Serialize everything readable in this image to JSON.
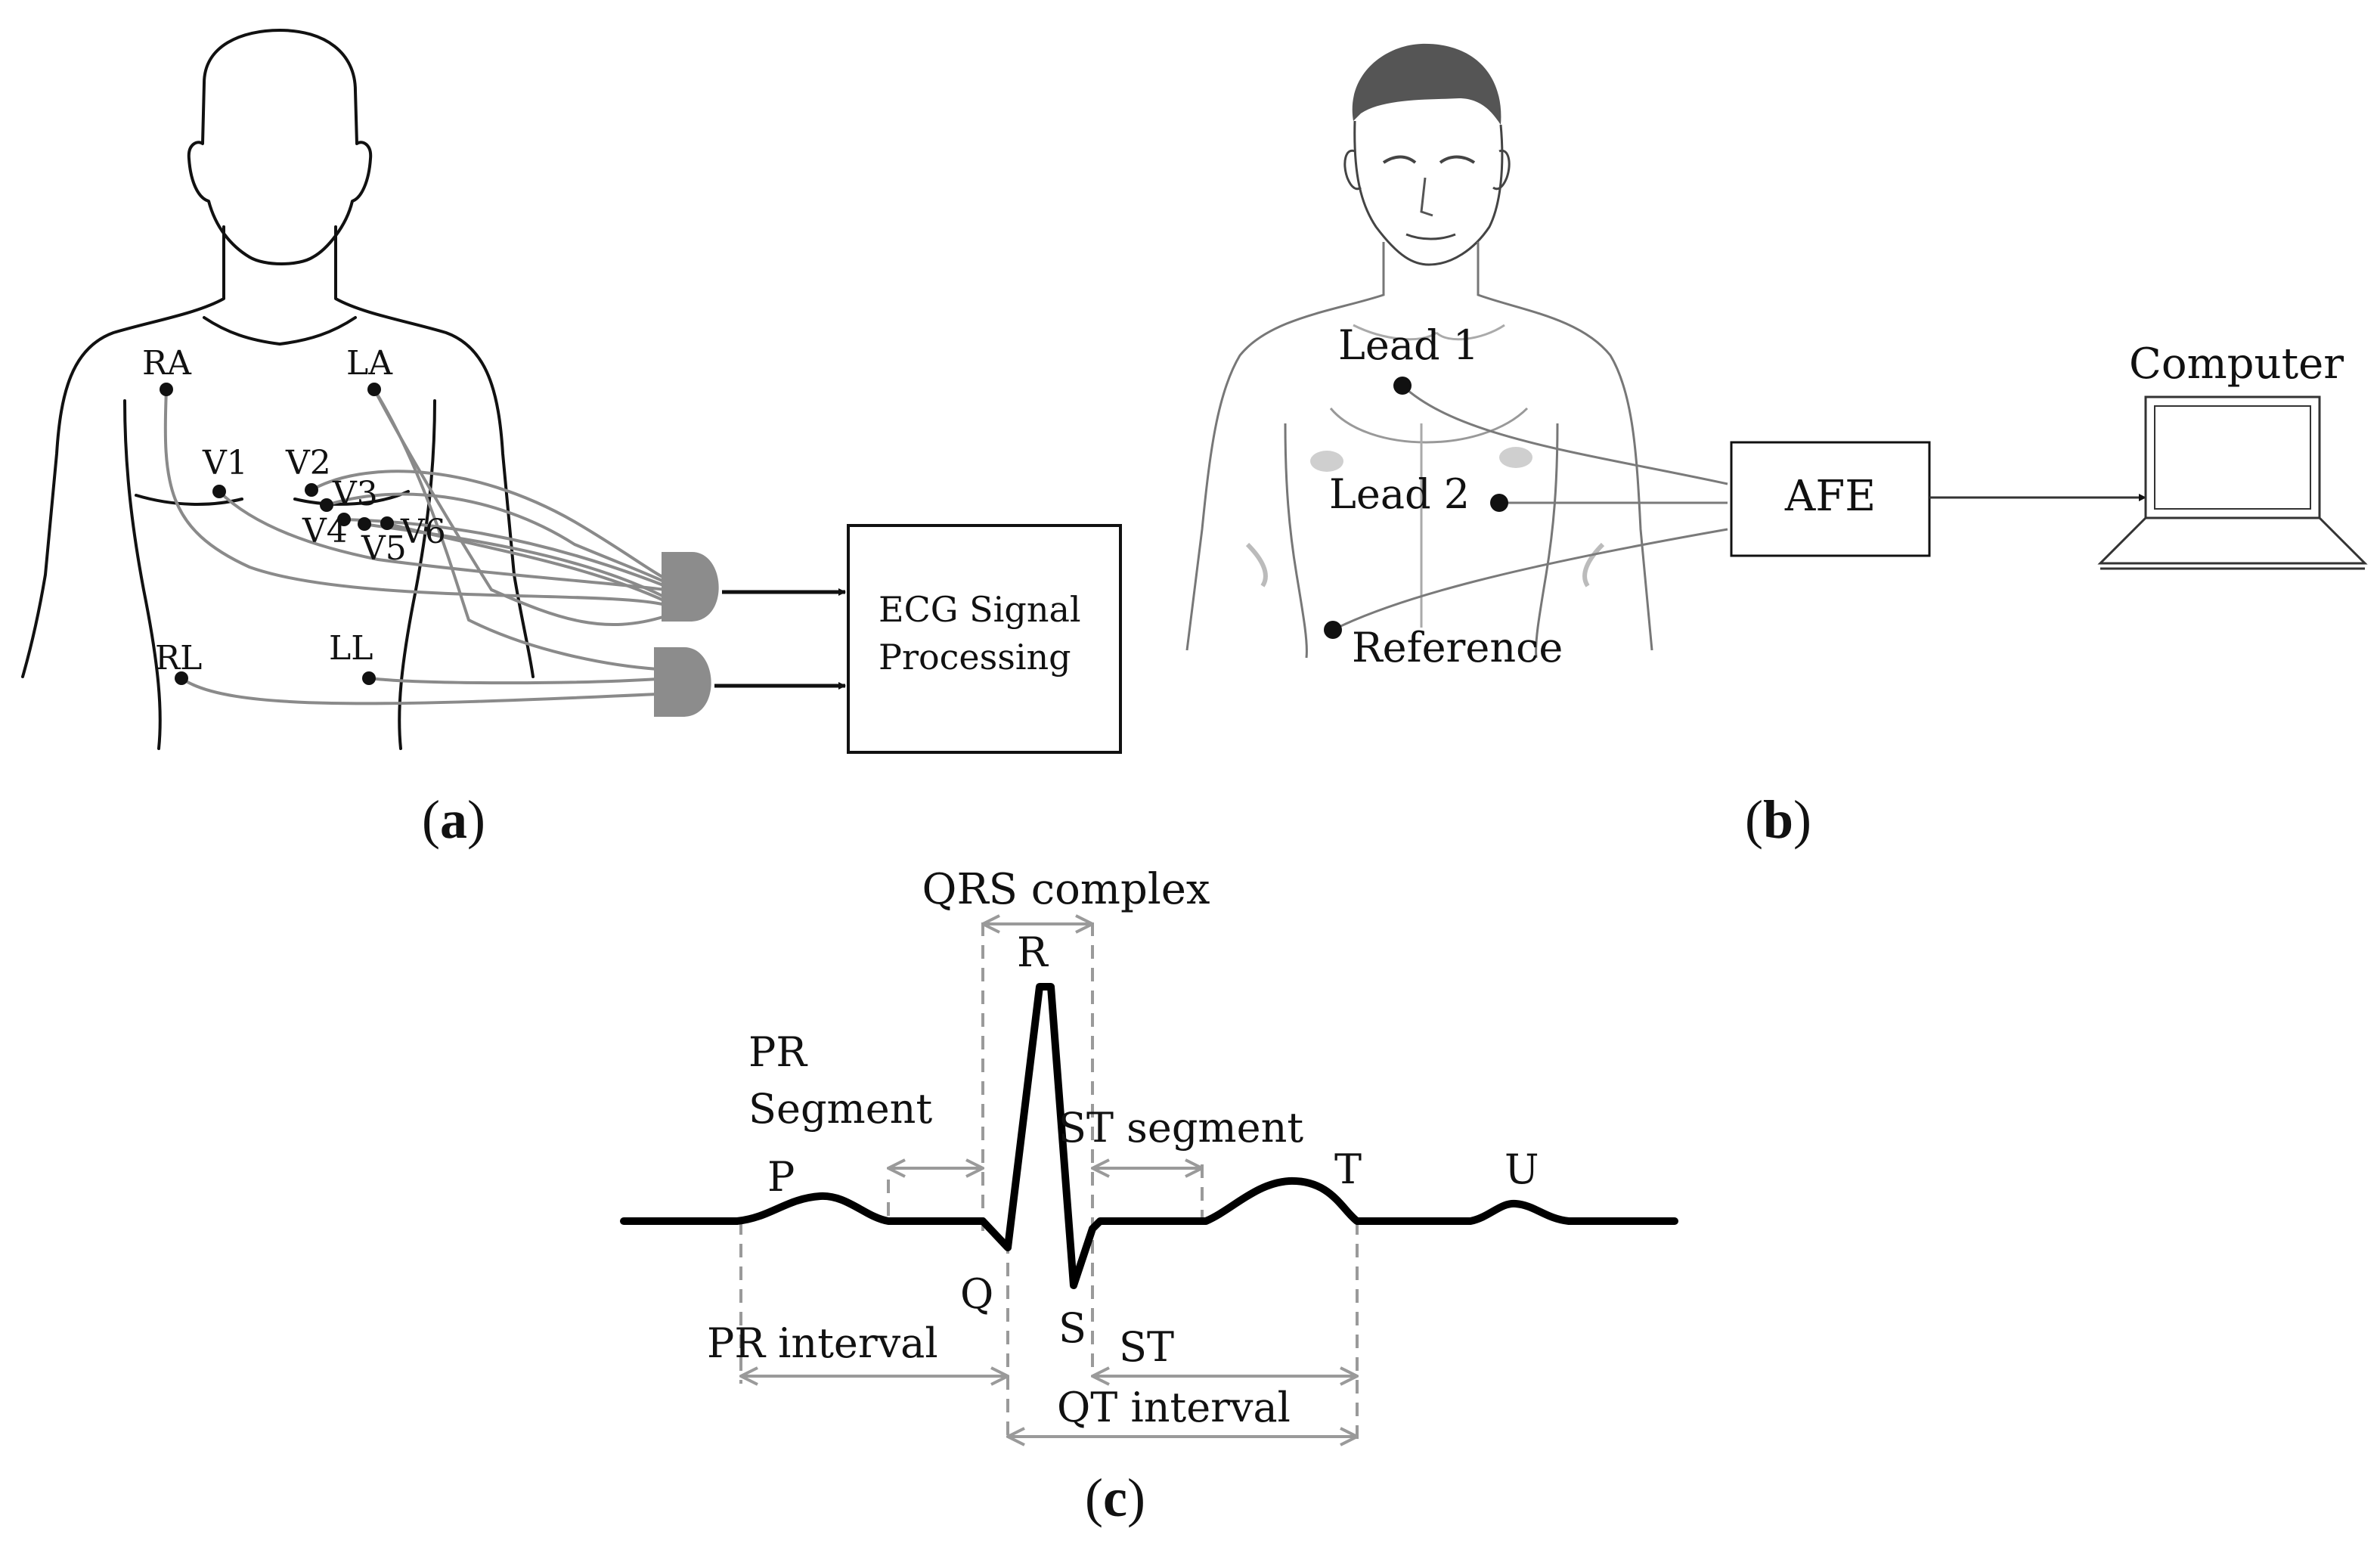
{
  "panel_a": {
    "electrodes": [
      "RA",
      "LA",
      "V1",
      "V2",
      "V3",
      "V4",
      "V5",
      "V6",
      "RL",
      "LL"
    ],
    "processor_label_line1": "ECG Signal",
    "processor_label_line2": "Processing",
    "caption_letter": "a"
  },
  "panel_b": {
    "lead1": "Lead 1",
    "lead2": "Lead 2",
    "reference": "Reference",
    "afe": "AFE",
    "computer": "Computer",
    "caption_letter": "b"
  },
  "panel_c": {
    "qrs_complex": "QRS complex",
    "pr_segment_line1": "PR",
    "pr_segment_line2": "Segment",
    "st_segment": "ST segment",
    "pr_interval": "PR interval",
    "st": "ST",
    "qt_interval": "QT interval",
    "waves": {
      "p": "P",
      "q": "Q",
      "r": "R",
      "s": "S",
      "t": "T",
      "u": "U"
    },
    "caption_letter": "c"
  }
}
